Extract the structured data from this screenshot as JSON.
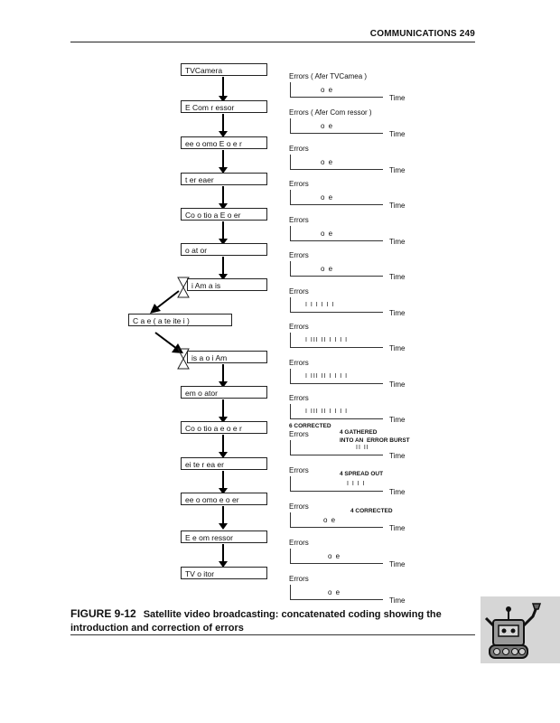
{
  "header": {
    "text": "COMMUNICATIONS   249"
  },
  "flow": {
    "boxes": [
      "TVCamera",
      "E Com r    essor",
      "ee    o omo E    o e r",
      "t er eaer",
      "Co  o  tio a E  o   er",
      "o        at or",
      "i  Am  a         is",
      "C a  e  ( a  te ite  i )",
      "is   a    o      i  Am",
      "em o      ator",
      "Co  o  tio a   e    o e r",
      "ei  te r ea er",
      "ee    o omo      e o er",
      "E    e      om ressor",
      "TV o     itor"
    ]
  },
  "panels": [
    {
      "title": "Errors ( Afer TVCamea )",
      "content": "o   e",
      "time": "Time"
    },
    {
      "title": "Errors ( Afer Com ressor )",
      "content": "o   e",
      "time": "Time"
    },
    {
      "title": "Errors",
      "content": "o   e",
      "time": "Time"
    },
    {
      "title": "Errors",
      "content": "o   e",
      "time": "Time"
    },
    {
      "title": "Errors",
      "content": "o   e",
      "time": "Time"
    },
    {
      "title": "Errors",
      "content": "o   e",
      "time": "Time"
    },
    {
      "title": "Errors",
      "marks": "I     I I I                    I I",
      "time": "Time"
    },
    {
      "title": "Errors",
      "marks": "I  III  II        I I        I I",
      "time": "Time"
    },
    {
      "title": "Errors",
      "marks": "I  III  II        I I        I I",
      "time": "Time"
    },
    {
      "title": "Errors",
      "marks": "I  III  II        I I        I I",
      "time": "Time"
    },
    {
      "title": "Errors",
      "note1": "6 CORRECTED",
      "note2": "4 GATHERED\nINTO AN  ERROR BURST",
      "marks": "II  II",
      "time": "Time"
    },
    {
      "title": "Errors",
      "note2": "4 SPREAD OUT",
      "marks": "I   I  I     I",
      "time": "Time"
    },
    {
      "title": "Errors",
      "note2": "4 CORRECTED",
      "content": "o   e",
      "time": "Time"
    },
    {
      "title": "Errors",
      "content": "o   e",
      "time": "Time"
    },
    {
      "title": "Errors",
      "content": "o   e",
      "time": "Time"
    }
  ],
  "caption": {
    "figure": "FIGURE 9-12",
    "text": "Satellite video broadcasting: concatenated coding showing the introduction and correction of errors"
  }
}
